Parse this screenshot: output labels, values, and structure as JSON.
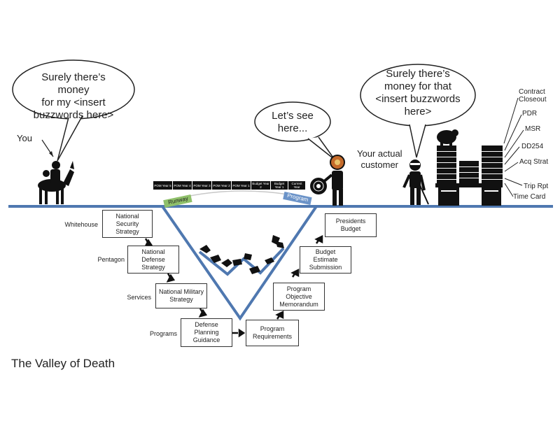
{
  "title": "The Valley of Death",
  "you": {
    "label": "You",
    "speech": [
      "Surely there’s money",
      "for my <insert",
      "buzzwords here>"
    ]
  },
  "middle_person": {
    "speech": [
      "Let’s see",
      "here..."
    ]
  },
  "customer": {
    "label": [
      "Your actual",
      "customer"
    ],
    "speech": [
      "Surely there’s",
      "money for that",
      "<insert buzzwords",
      "here>"
    ]
  },
  "tape": {
    "cells": [
      "POM Year 5",
      "POM Year 4",
      "POM Year 3",
      "POM Year 2",
      "POM Year 1",
      "Budget Year 2",
      "Budget Year 1",
      "Current Year"
    ]
  },
  "tags": {
    "runway": "Runway",
    "program": "Program"
  },
  "documents": [
    "Contract Closeout",
    "PDR",
    "MSR",
    "DD254",
    "Acq Strat",
    "Trip Rpt",
    "Time Card"
  ],
  "process": {
    "rows": [
      {
        "label": "Whitehouse",
        "box": [
          "National",
          "Security",
          "Strategy"
        ]
      },
      {
        "label": "Pentagon",
        "box": [
          "National",
          "Defense",
          "Strategy"
        ]
      },
      {
        "label": "Services",
        "box": [
          "National Military",
          "Strategy"
        ]
      },
      {
        "label": "Programs",
        "box": [
          "Defense",
          "Planning",
          "Guidance"
        ]
      }
    ],
    "right": [
      [
        "Program",
        "Requirements"
      ],
      [
        "Program",
        "Objective",
        "Memorandum"
      ],
      [
        "Budget",
        "Estimate",
        "Submission"
      ],
      [
        "Presidents",
        "Budget"
      ]
    ]
  },
  "colors": {
    "valley": "#4f78b0",
    "runway_tag": "#8fc06a",
    "program_tag": "#6b93c8",
    "ink": "#222222"
  }
}
